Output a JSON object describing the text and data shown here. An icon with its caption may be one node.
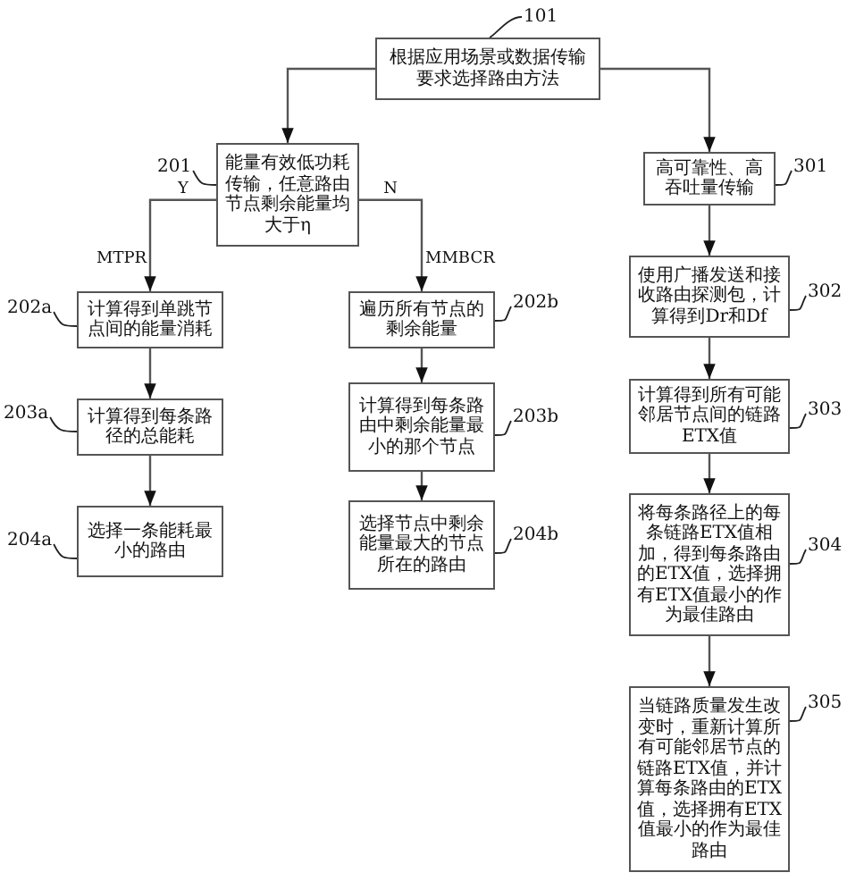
{
  "diagram": {
    "nodes": [
      {
        "text": [
          "根据应用场景或数据传输要求选择路由方法"
        ]
      },
      {
        "text": [
          "能量有效低功耗传输，任意路由节点剩余能量均大于η"
        ]
      },
      {
        "text": [
          "高可靠性、高吞吐量传输"
        ]
      },
      {
        "text": [
          "计算得到单跳节点间的能量消耗"
        ]
      },
      {
        "text": [
          "计算得到每条路径的总能耗"
        ]
      },
      {
        "text": [
          "选择一条能耗最小的路由"
        ]
      },
      {
        "text": [
          "遍历所有节点的剩余能量"
        ]
      },
      {
        "text": [
          "计算得到每条路由中剩余能量最小的那个节点"
        ]
      },
      {
        "text": [
          "选择节点中剩余能量最大的节点所在的路由"
        ]
      },
      {
        "text": [
          "使用广播发送和接收路由探测包，计算得到Dr和Df"
        ]
      },
      {
        "text": [
          "计算得到所有可能邻居节点间的链路ETX值"
        ]
      },
      {
        "text": [
          "将每条路径上的每条链路ETX值相加，得到每条路由的ETX值，选择拥有ETX值最小的作为最佳路由"
        ]
      },
      {
        "text": [
          "当链路质量发生改变时，重新计算所有可能邻居节点的链路ETX值，并计算每条路由的ETX值，选择拥有ETX值最小的作为最佳路由"
        ]
      },
      {
        "text": [
          "101"
        ]
      },
      {
        "text": [
          "201"
        ]
      },
      {
        "text": [
          "301"
        ]
      },
      {
        "text": [
          "202a"
        ]
      },
      {
        "text": [
          "203a"
        ]
      },
      {
        "text": [
          "204a"
        ]
      },
      {
        "text": [
          "202b"
        ]
      },
      {
        "text": [
          "203b"
        ]
      },
      {
        "text": [
          "204b"
        ]
      },
      {
        "text": [
          "302"
        ]
      },
      {
        "text": [
          "303"
        ]
      },
      {
        "text": [
          "304"
        ]
      },
      {
        "text": [
          "305"
        ]
      }
    ],
    "edges": [
      {
        "from": 0,
        "to": 1,
        "arrow": "to"
      },
      {
        "from": 0,
        "to": 2,
        "arrow": "to"
      },
      {
        "from": 1,
        "to": 3,
        "arrow": "to",
        "label": "Y"
      },
      {
        "from": 1,
        "to": 6,
        "arrow": "to",
        "label": "N"
      },
      {
        "from": 3,
        "to": 4,
        "arrow": "to"
      },
      {
        "from": 4,
        "to": 5,
        "arrow": "to"
      },
      {
        "from": 6,
        "to": 7,
        "arrow": "to"
      },
      {
        "from": 7,
        "to": 8,
        "arrow": "to"
      },
      {
        "from": 2,
        "to": 9,
        "arrow": "to"
      },
      {
        "from": 9,
        "to": 10,
        "arrow": "to"
      },
      {
        "from": 10,
        "to": 11,
        "arrow": "to"
      },
      {
        "from": 11,
        "to": 12,
        "arrow": "to"
      },
      {
        "from": 13,
        "to": 0,
        "arrow": "none"
      },
      {
        "from": 14,
        "to": 1,
        "arrow": "none"
      },
      {
        "from": 15,
        "to": 2,
        "arrow": "none"
      },
      {
        "from": 16,
        "to": 3,
        "arrow": "none"
      },
      {
        "from": 17,
        "to": 4,
        "arrow": "none"
      },
      {
        "from": 18,
        "to": 5,
        "arrow": "none"
      },
      {
        "from": 19,
        "to": 6,
        "arrow": "none"
      },
      {
        "from": 20,
        "to": 7,
        "arrow": "none"
      },
      {
        "from": 21,
        "to": 8,
        "arrow": "none"
      },
      {
        "from": 22,
        "to": 9,
        "arrow": "none"
      },
      {
        "from": 23,
        "to": 10,
        "arrow": "none"
      },
      {
        "from": 24,
        "to": 11,
        "arrow": "none"
      },
      {
        "from": 25,
        "to": 12,
        "arrow": "none"
      }
    ],
    "labels": [
      "MTPR",
      "MMBCR"
    ]
  }
}
